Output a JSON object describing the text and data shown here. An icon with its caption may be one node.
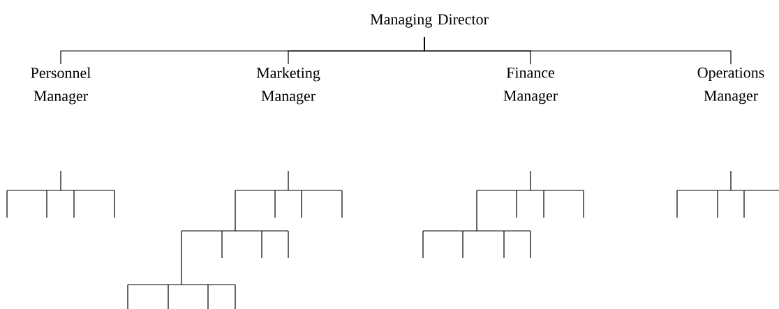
{
  "diagram": {
    "nodes": [
      {
        "text": [
          "Managing Director"
        ]
      },
      {
        "text": [
          "Personnel Manager"
        ]
      },
      {
        "text": [
          "Marketing Manager"
        ]
      },
      {
        "text": [
          "Finance Manager"
        ]
      },
      {
        "text": [
          "Operations Manager"
        ]
      }
    ],
    "edges": [
      {
        "from": 0,
        "to": 1,
        "arrow": "none"
      },
      {
        "from": 0,
        "to": 2,
        "arrow": "none"
      },
      {
        "from": 0,
        "to": 3,
        "arrow": "none"
      },
      {
        "from": 0,
        "to": 4,
        "arrow": "none"
      }
    ]
  }
}
